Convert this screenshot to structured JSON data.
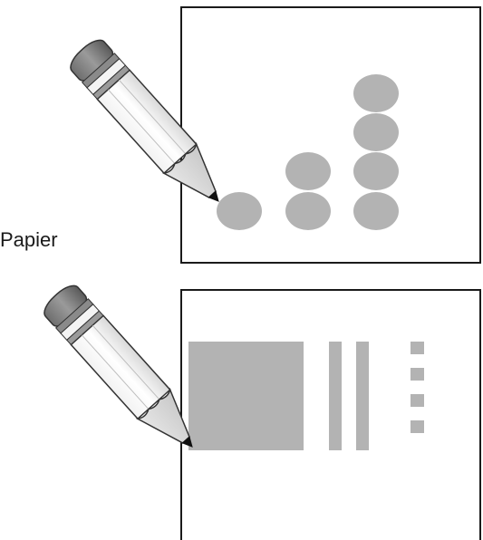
{
  "label": "Papier",
  "colors": {
    "shape_fill": "#b3b3b3",
    "frame_stroke": "#1a1a1a",
    "pencil_tip": "#111111"
  },
  "icons": [
    "pencil-icon",
    "pencil-icon"
  ],
  "top_panel": {
    "circle_columns": [
      1,
      2,
      4
    ]
  },
  "bottom_panel": {
    "bars": [
      1,
      2,
      4
    ]
  }
}
